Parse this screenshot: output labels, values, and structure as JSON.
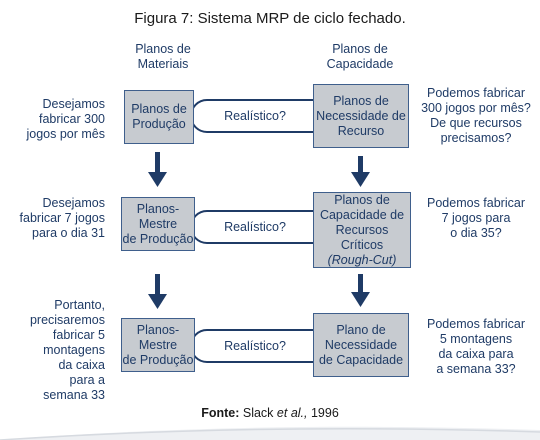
{
  "title": "Figura 7: Sistema MRP de ciclo fechado.",
  "columns": {
    "materials": [
      "Planos de",
      "Materiais"
    ],
    "capacity": [
      "Planos de",
      "Capacidade"
    ]
  },
  "rows": [
    {
      "left_question": [
        "Desejamos",
        "fabricar 300",
        "jogos por mês"
      ],
      "material_box": [
        "Planos de",
        "Produção"
      ],
      "loop_label": "Realístico?",
      "capacity_box": [
        "Planos de",
        "Necessidade de",
        "Recurso"
      ],
      "right_question": [
        "Podemos fabricar",
        "300 jogos por mês?",
        "De que recursos",
        "precisamos?"
      ]
    },
    {
      "left_question": [
        "Desejamos",
        "fabricar 7 jogos",
        "para o dia 31"
      ],
      "material_box": [
        "Planos-Mestre",
        "de Produção"
      ],
      "loop_label": "Realístico?",
      "capacity_box": [
        "Planos de",
        "Capacidade de",
        "Recursos Críticos",
        "(Rough-Cut)"
      ],
      "right_question": [
        "Podemos fabricar",
        "7 jogos para",
        "o dia 35?"
      ]
    },
    {
      "left_question": [
        "Portanto,",
        "precisaremos",
        "fabricar 5",
        "montagens",
        "da caixa",
        "para a",
        "semana 33"
      ],
      "material_box": [
        "Planos-Mestre",
        "de Produção"
      ],
      "loop_label": "Realístico?",
      "capacity_box": [
        "Plano de",
        "Necessidade",
        "de Capacidade"
      ],
      "right_question": [
        "Podemos fabricar",
        "5 montagens",
        "da caixa para",
        "a semana 33?"
      ]
    }
  ],
  "source": {
    "label": "Fonte:",
    "author": "Slack",
    "etal": "et al.,",
    "year": "1996"
  },
  "colors": {
    "box_fill": "#c7cbd0",
    "text": "#1f3b66",
    "arrow": "#1f3b66"
  }
}
